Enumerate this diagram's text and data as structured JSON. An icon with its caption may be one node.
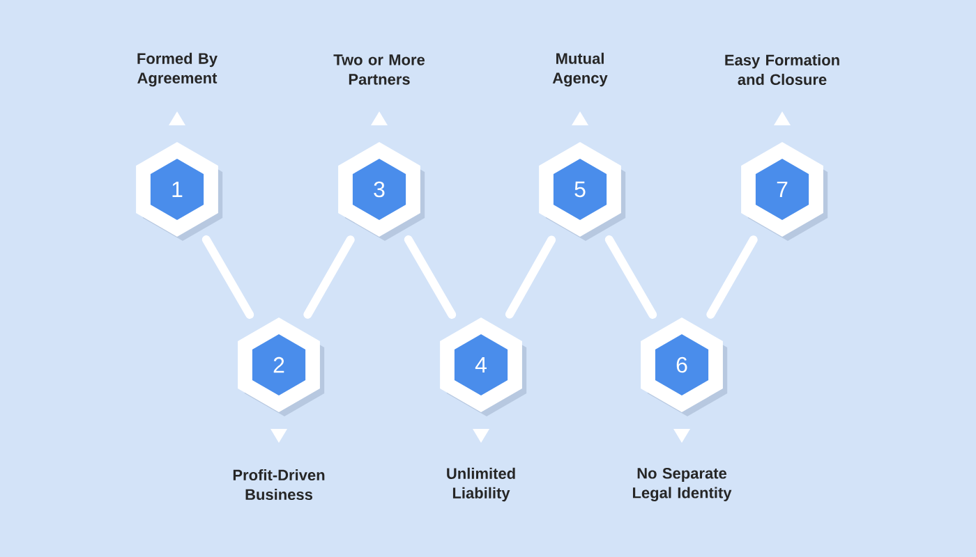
{
  "diagram": {
    "nodes": [
      {
        "text": [
          "1"
        ],
        "beside": [
          "Formed By Agreement"
        ]
      },
      {
        "text": [
          "2"
        ],
        "beside": [
          "Profit-Driven Business"
        ]
      },
      {
        "text": [
          "3"
        ],
        "beside": [
          "Two or More Partners"
        ]
      },
      {
        "text": [
          "4"
        ],
        "beside": [
          "Unlimited Liability"
        ]
      },
      {
        "text": [
          "5"
        ],
        "beside": [
          "Mutual Agency"
        ]
      },
      {
        "text": [
          "6"
        ],
        "beside": [
          "No Separate Legal Identity"
        ]
      },
      {
        "text": [
          "7"
        ],
        "beside": [
          "Easy Formation and Closure"
        ]
      }
    ],
    "edges": [
      {
        "from": 0,
        "to": 1,
        "arrow": "none"
      },
      {
        "from": 1,
        "to": 2,
        "arrow": "none"
      },
      {
        "from": 2,
        "to": 3,
        "arrow": "none"
      },
      {
        "from": 3,
        "to": 4,
        "arrow": "none"
      },
      {
        "from": 4,
        "to": 5,
        "arrow": "none"
      },
      {
        "from": 5,
        "to": 6,
        "arrow": "none"
      }
    ]
  }
}
